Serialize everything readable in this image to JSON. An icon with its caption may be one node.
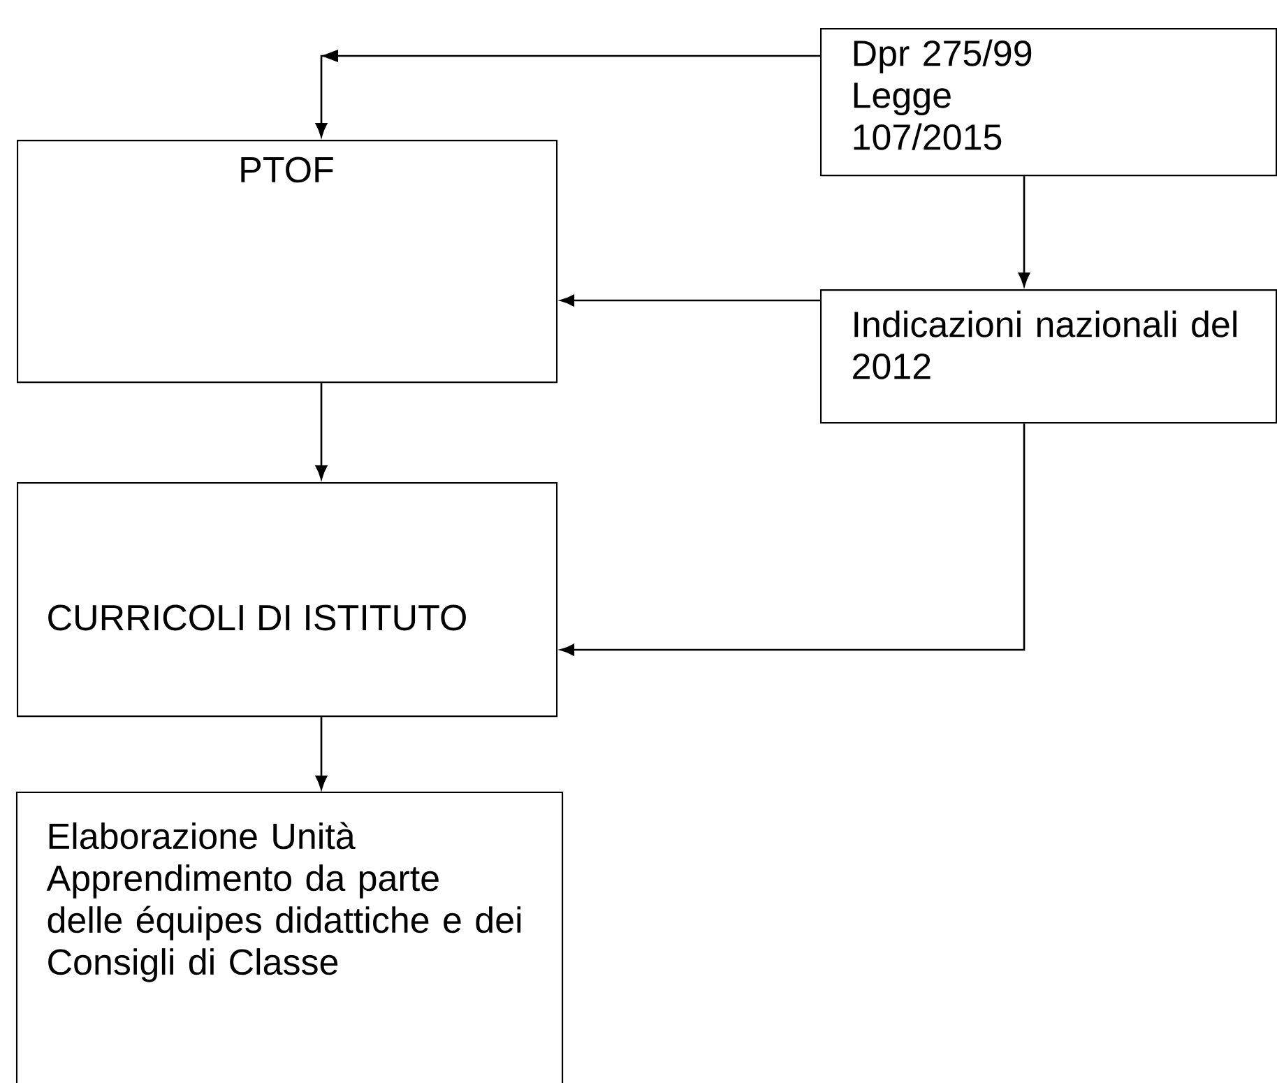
{
  "diagram": {
    "nodes": [
      {
        "text": [
          "Dpr 275/99 Legge 107/2015"
        ]
      },
      {
        "text": [
          "PTOF"
        ]
      },
      {
        "text": [
          "Indicazioni nazionali del 2012"
        ]
      },
      {
        "text": [
          "CURRICOLI DI ISTITUTO"
        ]
      },
      {
        "text": [
          "Elaborazione Unità Apprendimento da parte delle équipes didattiche e dei Consigli di Classe"
        ]
      }
    ],
    "edges": [
      {
        "from": 0,
        "to": 1,
        "arrow": "to"
      },
      {
        "from": 0,
        "to": 2,
        "arrow": "to"
      },
      {
        "from": 2,
        "to": 1,
        "arrow": "to"
      },
      {
        "from": 2,
        "to": 3,
        "arrow": "to"
      },
      {
        "from": 1,
        "to": 3,
        "arrow": "to"
      },
      {
        "from": 3,
        "to": 4,
        "arrow": "to"
      }
    ]
  }
}
